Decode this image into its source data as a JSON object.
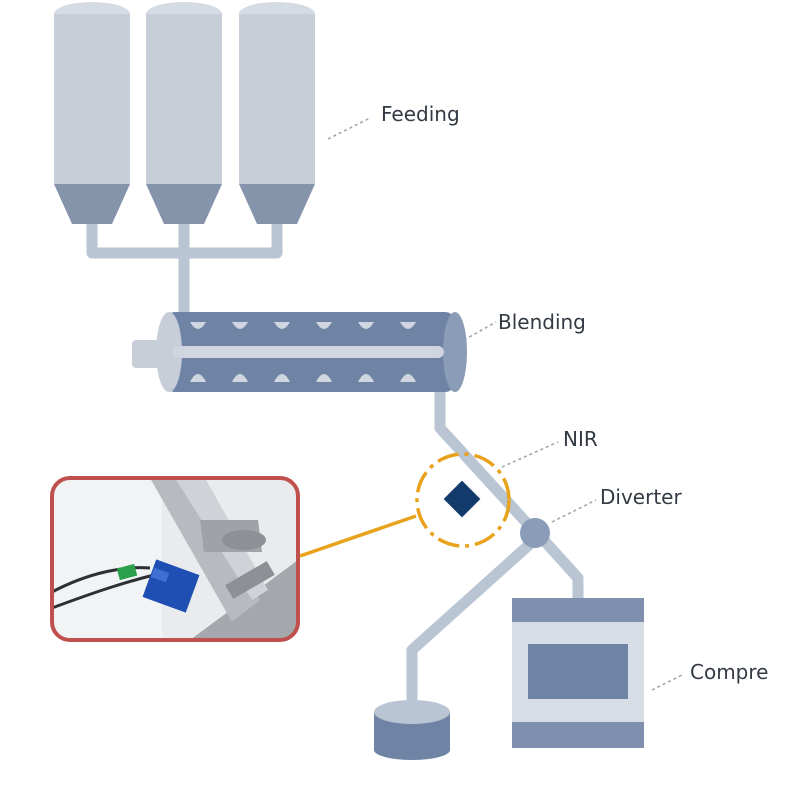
{
  "labels": {
    "feeding": "Feeding",
    "blending": "Blending",
    "nir": "NIR",
    "diverter": "Diverter",
    "compression": "Compre"
  },
  "colors": {
    "silo_light": "#c7ced8",
    "silo_dark": "#8593ab",
    "pipe": "#b9c5d2",
    "machine_dark": "#6f84a4",
    "machine_light": "#cfd6df",
    "nir_highlight": "#e8a21c",
    "nir_sensor": "#123a6b",
    "photo_border": "#c0504d",
    "leader_line": "#9aa3ad"
  },
  "icons": {
    "feeding": "silo-icon",
    "blending": "screw-blender-icon",
    "nir": "nir-sensor-icon",
    "diverter": "diverter-valve-icon",
    "compression": "tablet-press-icon",
    "reject": "reject-bin-icon",
    "photo": "nir-probe-photo"
  }
}
